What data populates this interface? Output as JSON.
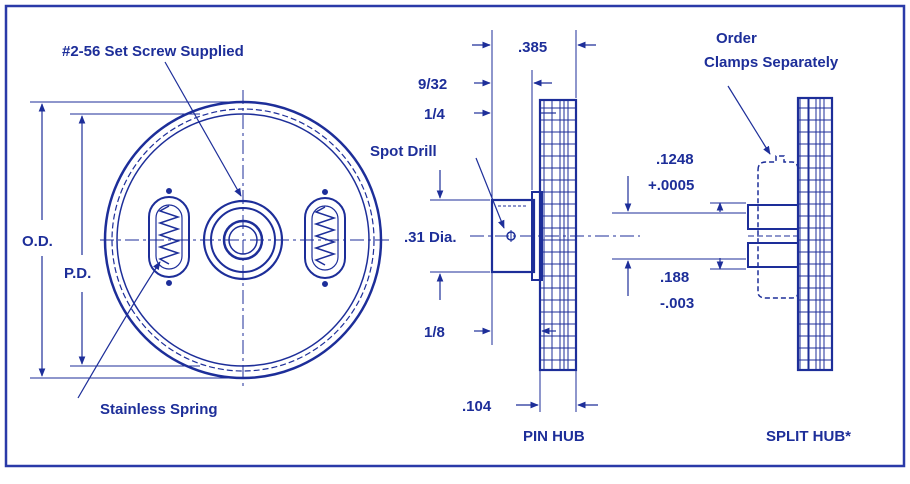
{
  "colors": {
    "line": "#1d2e99",
    "paper": "#ffffff",
    "border": "#2a3aa8"
  },
  "labels": {
    "set_screw": "#2-56 Set Screw Supplied",
    "od": "O.D.",
    "pd": "P.D.",
    "stainless_spring": "Stainless Spring",
    "dim_385": ".385",
    "dim_9_32": "9/32",
    "dim_1_4": "1/4",
    "spot_drill": "Spot Drill",
    "dia_31": ".31 Dia.",
    "dim_1_8": "1/8",
    "dim_104": ".104",
    "pin_hub": "PIN HUB",
    "dim_1248": ".1248",
    "tol_0005": "+.0005",
    "dim_188": ".188",
    "tol_003": "-.003",
    "order_clamps_1": "Order",
    "order_clamps_2": "Clamps Separately",
    "split_hub": "SPLIT HUB*"
  }
}
